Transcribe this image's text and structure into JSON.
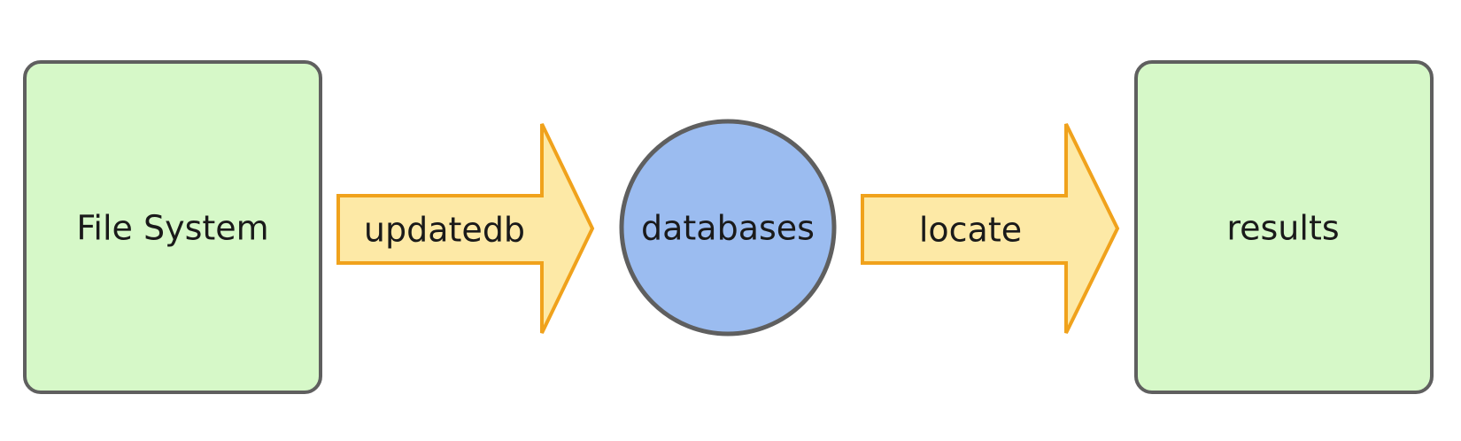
{
  "diagram": {
    "nodes": {
      "file_system": "File System",
      "databases": "databases",
      "results": "results"
    },
    "edges": {
      "updatedb": "updatedb",
      "locate": "locate"
    }
  },
  "colors": {
    "box_fill": "#d6f8c8",
    "box_stroke": "#5f5f5f",
    "circle_fill": "#9bbcf0",
    "circle_stroke": "#5f5f5f",
    "arrow_fill": "#fde9a6",
    "arrow_stroke": "#f0a21c"
  }
}
